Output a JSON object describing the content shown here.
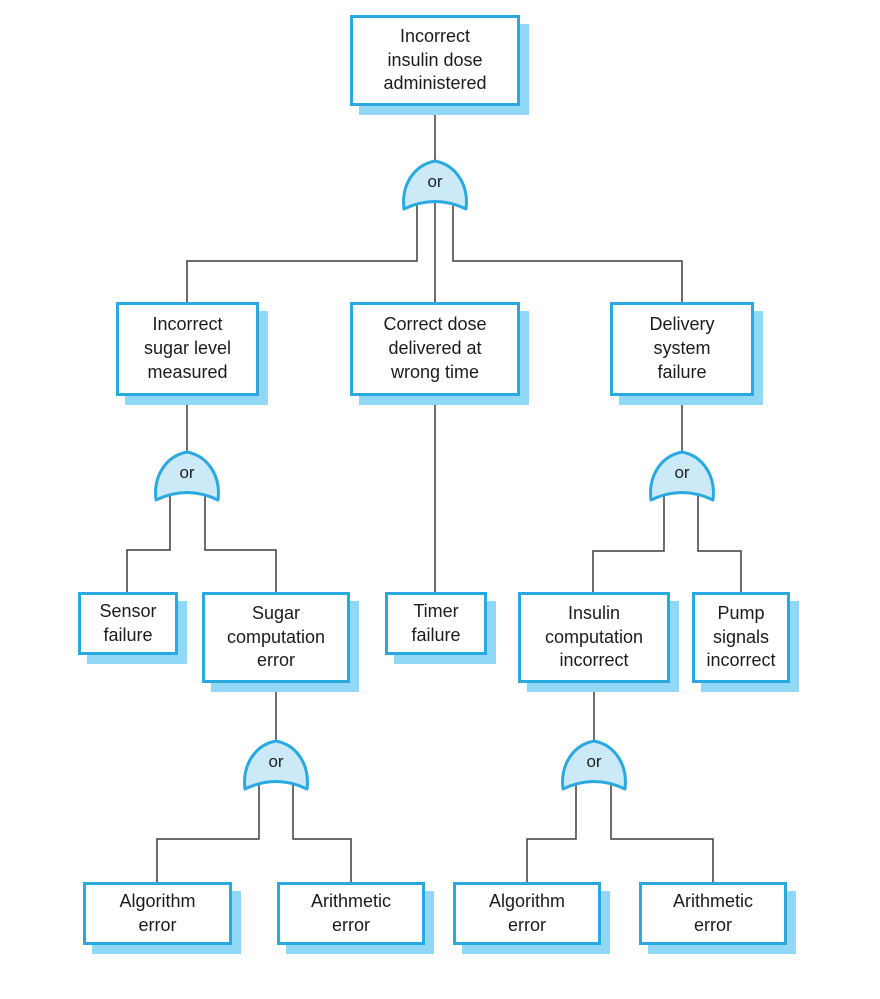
{
  "diagram": {
    "type": "fault-tree",
    "colors": {
      "box_border": "#2aa9e0",
      "box_shadow": "#90d8f6",
      "gate_fill": "#cce9f8",
      "line": "#3d3d3d",
      "text": "#1b1b1b",
      "background": "#ffffff"
    },
    "nodes": {
      "root": {
        "label": "Incorrect\ninsulin dose\nadministered"
      },
      "sugar_level": {
        "label": "Incorrect\nsugar level\nmeasured"
      },
      "wrong_time": {
        "label": "Correct dose\ndelivered at\nwrong time"
      },
      "delivery": {
        "label": "Delivery\nsystem\nfailure"
      },
      "sensor": {
        "label": "Sensor\nfailure"
      },
      "sugar_comp": {
        "label": "Sugar\ncomputation\nerror"
      },
      "timer": {
        "label": "Timer\nfailure"
      },
      "insulin_comp": {
        "label": "Insulin\ncomputation\nincorrect"
      },
      "pump": {
        "label": "Pump\nsignals\nincorrect"
      },
      "algo_left": {
        "label": "Algorithm\nerror"
      },
      "arith_left": {
        "label": "Arithmetic\nerror"
      },
      "algo_right": {
        "label": "Algorithm\nerror"
      },
      "arith_right": {
        "label": "Arithmetic\nerror"
      }
    },
    "gates": {
      "top": {
        "label": "or"
      },
      "sugar": {
        "label": "or"
      },
      "delivery": {
        "label": "or"
      },
      "sugar_comp": {
        "label": "or"
      },
      "insulin_comp": {
        "label": "or"
      }
    },
    "edges": [
      {
        "from": "root",
        "gate": "or",
        "to": [
          "sugar_level",
          "wrong_time",
          "delivery"
        ]
      },
      {
        "from": "sugar_level",
        "gate": "or",
        "to": [
          "sensor",
          "sugar_comp"
        ]
      },
      {
        "from": "wrong_time",
        "gate": null,
        "to": [
          "timer"
        ]
      },
      {
        "from": "delivery",
        "gate": "or",
        "to": [
          "insulin_comp",
          "pump"
        ]
      },
      {
        "from": "sugar_comp",
        "gate": "or",
        "to": [
          "algo_left",
          "arith_left"
        ]
      },
      {
        "from": "insulin_comp",
        "gate": "or",
        "to": [
          "algo_right",
          "arith_right"
        ]
      }
    ]
  }
}
